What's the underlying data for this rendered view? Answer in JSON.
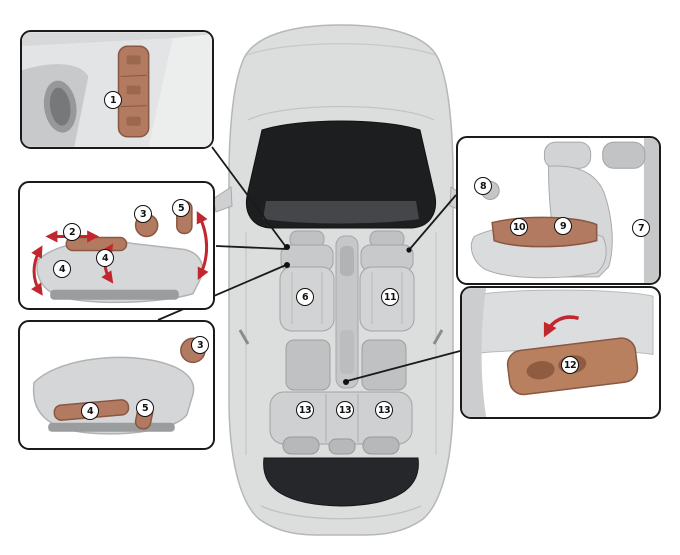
{
  "diagram": {
    "type": "vehicle-front-and-rear-seat-adjustment-overview",
    "colors": {
      "callout_border": "#1a1a1a",
      "marker_border": "#111111",
      "arrow_red": "#c1272d",
      "control_brown": "#b27a60",
      "car_body_gray": "#dcdddd",
      "glass_black": "#1d1e20"
    }
  },
  "markers": {
    "memory_system": [
      "1"
    ],
    "front_seat_power": [
      "2",
      "3",
      "5",
      "4",
      "4"
    ],
    "front_seat_manual": [
      "3",
      "4",
      "5"
    ],
    "passenger_seat": [
      "8",
      "10",
      "9",
      "7"
    ],
    "rear_armrest": [
      "12"
    ],
    "cabin": [
      "6",
      "11",
      "13",
      "13",
      "13"
    ]
  }
}
